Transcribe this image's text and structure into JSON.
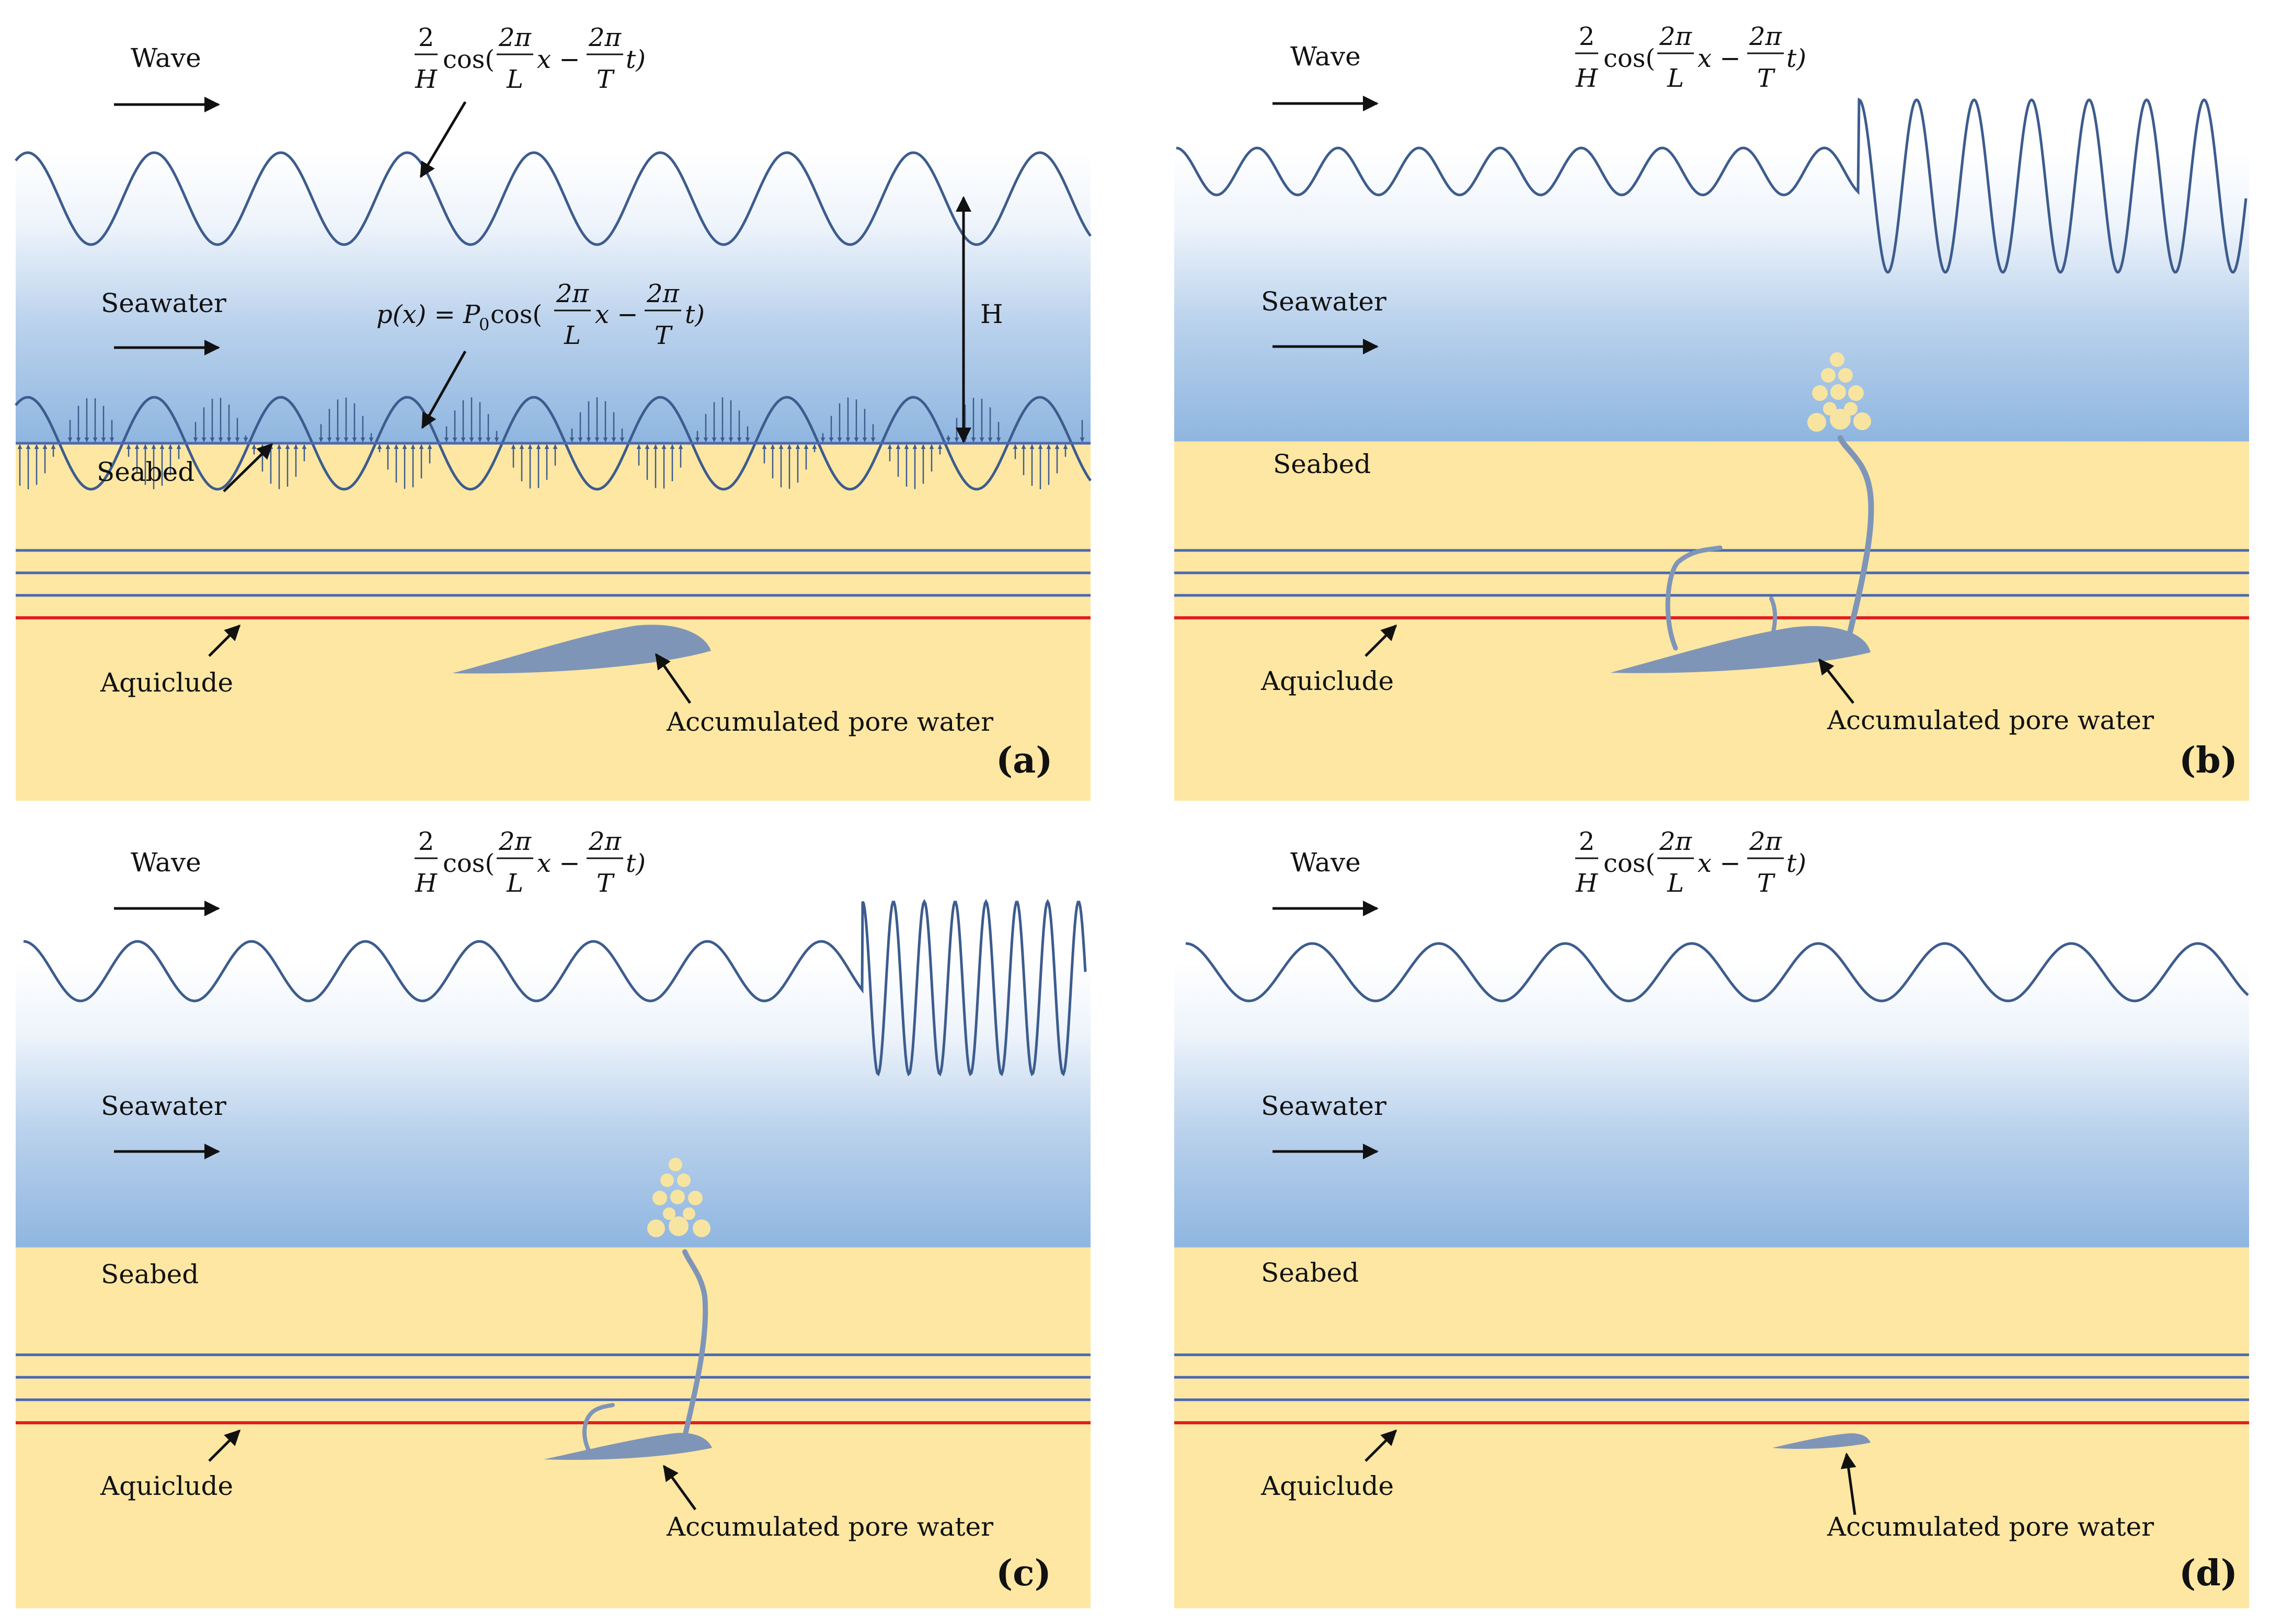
{
  "labels": {
    "wave": "Wave",
    "seawater": "Seawater",
    "seabed": "Seabed",
    "aquiclude": "Aquiclude",
    "accumulated_pore_water": "Accumulated pore water",
    "depth_label": "H"
  },
  "equations": {
    "wave_numerator": "2",
    "wave_denominator": "H",
    "cos": "cos(",
    "two_pi": "2π",
    "L": "L",
    "T": "T",
    "x_minus": "x −",
    "t_close": "t)",
    "pressure_lhs": "p(x) = P",
    "pressure_sub": "0",
    "pressure_cos": "cos("
  },
  "panels": [
    {
      "id": "a",
      "tag": "(a)",
      "stage": "initial",
      "wave": "uniform",
      "pressure_profile": true,
      "leak_path": false,
      "pocket_size": "large"
    },
    {
      "id": "b",
      "tag": "(b)",
      "stage": "breakthrough",
      "wave": "regular-then-high-frequency",
      "pressure_profile": false,
      "leak_path": true,
      "pocket_size": "large"
    },
    {
      "id": "c",
      "tag": "(c)",
      "stage": "seepage",
      "wave": "regular-then-high-frequency",
      "pressure_profile": false,
      "leak_path": true,
      "pocket_size": "medium"
    },
    {
      "id": "d",
      "tag": "(d)",
      "stage": "depleted",
      "wave": "uniform",
      "pressure_profile": false,
      "leak_path": false,
      "pocket_size": "small"
    }
  ],
  "colors": {
    "sand": "#fde7a2",
    "water_top": "#ffffff",
    "water_bottom": "#8fb6e0",
    "wave_line": "#3d5c8e",
    "layer_line": "#4a68b0",
    "aquiclude_line": "#e02020",
    "pore_water": "#7f95b8",
    "bubbles": "#f7e4a0",
    "arrow": "#111111"
  }
}
